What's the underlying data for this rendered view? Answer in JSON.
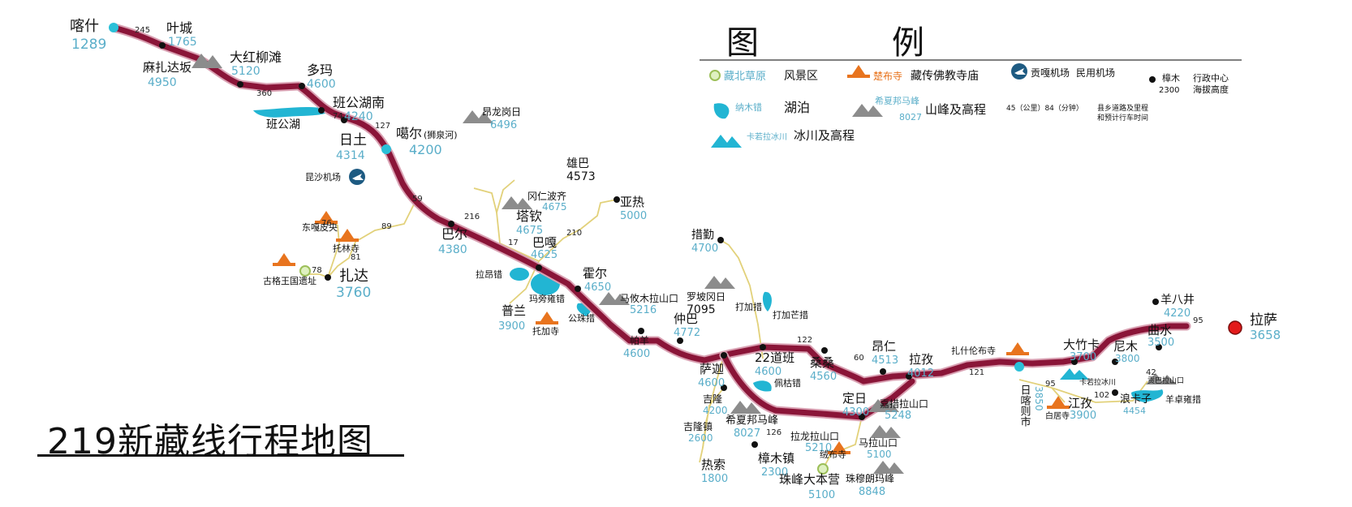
{
  "title": "219新藏线行程地图",
  "colors": {
    "route": "#8a1538",
    "route_outline": "#d9a0b2",
    "elevation_text": "#5aaec9",
    "place_text": "#111111",
    "lake": "#22b5d3",
    "city_marker": "#2bc0d8",
    "lhasa_marker": "#e31b1b",
    "temple": "#e8741e",
    "mountain": "#8c8c8c",
    "minor_road": "#e2d17a"
  },
  "legend": {
    "title": "图　例",
    "items": [
      {
        "icon": "scenic-area-icon",
        "sample": "藏北草原",
        "label": "风景区"
      },
      {
        "icon": "temple-icon",
        "sample": "楚布寺",
        "label": "藏传佛教寺庙"
      },
      {
        "icon": "airport-icon",
        "sample": "贡嘎机场",
        "label": "民用机场"
      },
      {
        "icon": "admin-center-icon",
        "sample": "樟木",
        "sample_value": "2300",
        "label": "行政中心",
        "label2": "海拔高度"
      },
      {
        "icon": "lake-icon",
        "sample": "纳木错",
        "label": "湖泊"
      },
      {
        "icon": "mountain-icon",
        "sample": "希夏邦马峰",
        "sample_value": "8027",
        "label": "山峰及高程"
      },
      {
        "icon": "road-distance-icon",
        "sample": "45（公里）84（分钟）",
        "label": "县乡道路及里程",
        "label2": "和预计行车时间"
      },
      {
        "icon": "glacier-icon",
        "sample": "卡若拉冰川",
        "label": "冰川及高程"
      }
    ]
  },
  "places": [
    {
      "name": "喀什",
      "elev": "1289"
    },
    {
      "name": "叶城",
      "elev": "1765"
    },
    {
      "name": "麻扎达坂",
      "elev": "4950"
    },
    {
      "name": "大红柳滩",
      "elev": "5120"
    },
    {
      "name": "多玛",
      "elev": "4600"
    },
    {
      "name": "班公湖南",
      "elev": "4240"
    },
    {
      "name": "日土",
      "elev": "4314"
    },
    {
      "name": "噶尔",
      "suffix": "(狮泉河)",
      "elev": "4200"
    },
    {
      "name": "昂龙岗日",
      "elev": "6496"
    },
    {
      "name": "雄巴",
      "elev": "4573"
    },
    {
      "name": "冈仁波齐",
      "elev": "4675"
    },
    {
      "name": "塔钦",
      "elev": "4675"
    },
    {
      "name": "亚热",
      "elev": "5000"
    },
    {
      "name": "巴尔",
      "elev": "4380"
    },
    {
      "name": "巴嘎",
      "elev": "4625"
    },
    {
      "name": "霍尔",
      "elev": "4650"
    },
    {
      "name": "马攸木拉山口",
      "elev": "5216"
    },
    {
      "name": "普兰",
      "elev": "3900"
    },
    {
      "name": "扎达",
      "elev": "3760"
    },
    {
      "name": "措勤",
      "elev": "4700"
    },
    {
      "name": "罗坡冈日",
      "elev": "7095"
    },
    {
      "name": "仲巴",
      "elev": "4772"
    },
    {
      "name": "帕羊",
      "elev": "4600"
    },
    {
      "name": "22道班",
      "elev": "4600"
    },
    {
      "name": "萨迦",
      "elev": "4600"
    },
    {
      "name": "桑桑",
      "elev": "4560"
    },
    {
      "name": "昂仁",
      "elev": "4513"
    },
    {
      "name": "拉孜",
      "elev": "4012"
    },
    {
      "name": "嘉措拉山口",
      "elev": "5248"
    },
    {
      "name": "定日",
      "elev": "4300"
    },
    {
      "name": "吉隆",
      "elev": "4200"
    },
    {
      "name": "吉隆镇",
      "elev": "2600"
    },
    {
      "name": "希夏邦马峰",
      "elev": "8027"
    },
    {
      "name": "拉龙拉山口",
      "elev": "5210"
    },
    {
      "name": "马拉山口",
      "elev": "5100"
    },
    {
      "name": "热索",
      "elev": "1800"
    },
    {
      "name": "樟木镇",
      "elev": "2300"
    },
    {
      "name": "珠峰大本营",
      "elev": "5100"
    },
    {
      "name": "珠穆朗玛峰",
      "elev": "8848"
    },
    {
      "name": "日喀则市",
      "elev": "3850"
    },
    {
      "name": "大竹卡",
      "elev": "3700"
    },
    {
      "name": "尼木",
      "elev": "3800"
    },
    {
      "name": "曲水",
      "elev": "3500"
    },
    {
      "name": "羊八井",
      "elev": "4220"
    },
    {
      "name": "拉萨",
      "elev": "3658"
    },
    {
      "name": "江孜",
      "elev": "3900"
    },
    {
      "name": "浪卡子",
      "elev": "4454"
    }
  ],
  "features": {
    "lakes": [
      "班公湖",
      "拉昂错",
      "玛旁雍错",
      "公珠措",
      "打加措",
      "打加芒措",
      "佩枯错",
      "羊卓雍措"
    ],
    "temples": [
      "东嘎皮央",
      "托林寺",
      "古格王国遗址",
      "托加寺",
      "扎什伦布寺",
      "白居寺",
      "绒布寺"
    ],
    "airports": [
      "昆沙机场"
    ],
    "glaciers": [
      "卡若拉冰川"
    ],
    "passes": [
      "贡巴拉山口"
    ]
  },
  "distances": [
    "245",
    "360",
    "74",
    "127",
    "59",
    "216",
    "17",
    "210",
    "76",
    "89",
    "81",
    "78",
    "122",
    "60",
    "121",
    "95",
    "102",
    "42",
    "95",
    "126"
  ]
}
